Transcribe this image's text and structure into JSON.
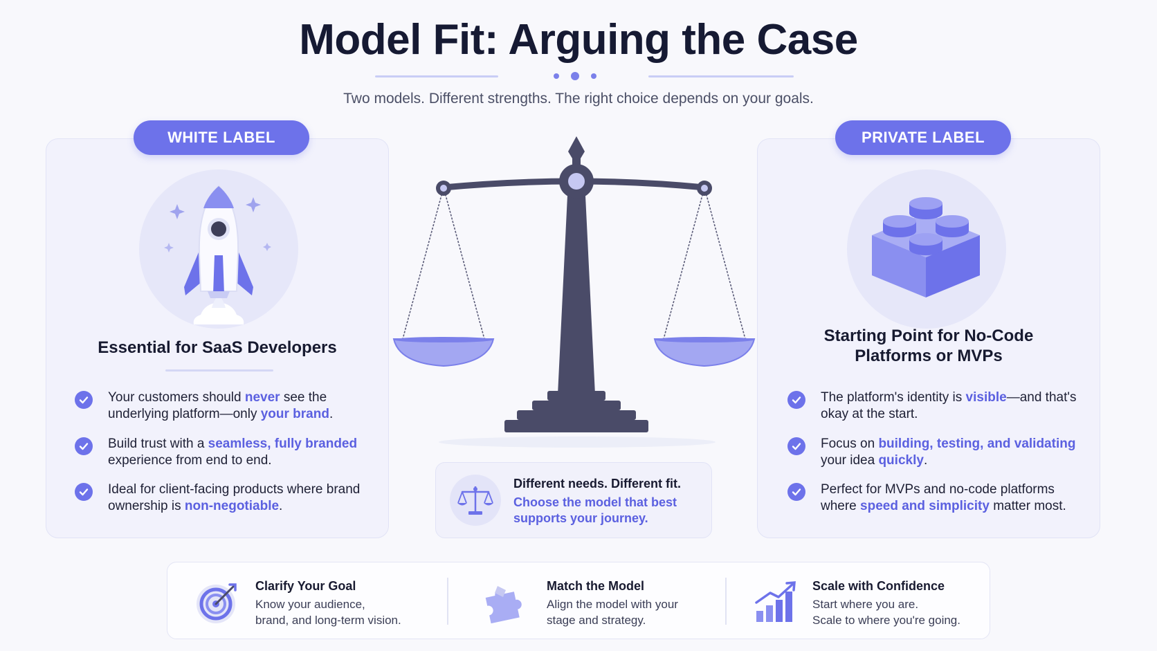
{
  "title": "Model Fit: Arguing the Case",
  "subtitle": "Two models. Different strengths. The right choice depends on your goals.",
  "colors": {
    "accent": "#6d72ea",
    "highlight": "#5b60e0",
    "scale": "#4a4b68",
    "pan": "#a3a7f2"
  },
  "left": {
    "badge": "WHITE LABEL",
    "icon": "rocket-icon",
    "heading": "Essential for SaaS Developers",
    "bullets": [
      {
        "t1": "Your customers should ",
        "h1": "never",
        "t2": " see the underlying platform—only ",
        "h2": "your brand",
        "t3": "."
      },
      {
        "t1": "Build trust with a ",
        "h1": "seamless, fully branded",
        "t2": " experience from end to end.",
        "h2": "",
        "t3": ""
      },
      {
        "t1": "Ideal for client-facing products where brand ownership is ",
        "h1": "non-negotiable",
        "t2": ".",
        "h2": "",
        "t3": ""
      }
    ]
  },
  "right": {
    "badge": "PRIVATE LABEL",
    "icon": "building-block-icon",
    "heading_line1": "Starting Point for No-Code",
    "heading_line2": "Platforms or MVPs",
    "bullets": [
      {
        "t1": "The platform's identity is ",
        "h1": "visible",
        "t2": "—and that's okay at the start.",
        "h2": "",
        "t3": ""
      },
      {
        "t1": "Focus on ",
        "h1": "building, testing, and validating",
        "t2": " your idea ",
        "h2": "quickly",
        "t3": "."
      },
      {
        "t1": "Perfect for MVPs and no-code platforms where ",
        "h1": "speed and simplicity",
        "t2": " matter most.",
        "h2": "",
        "t3": ""
      }
    ]
  },
  "center": {
    "icon": "balance-scale-icon",
    "bold": "Different needs. Different fit.",
    "highlight": "Choose the model that best supports your journey."
  },
  "bottom": [
    {
      "icon": "target-icon",
      "title": "Clarify Your Goal",
      "line1": "Know your audience,",
      "line2": "brand, and long-term vision."
    },
    {
      "icon": "puzzle-piece-icon",
      "title": "Match the Model",
      "line1": "Align the model with your",
      "line2": "stage and strategy."
    },
    {
      "icon": "growth-chart-icon",
      "title": "Scale with Confidence",
      "line1": "Start where you are.",
      "line2": "Scale to where you're going."
    }
  ]
}
